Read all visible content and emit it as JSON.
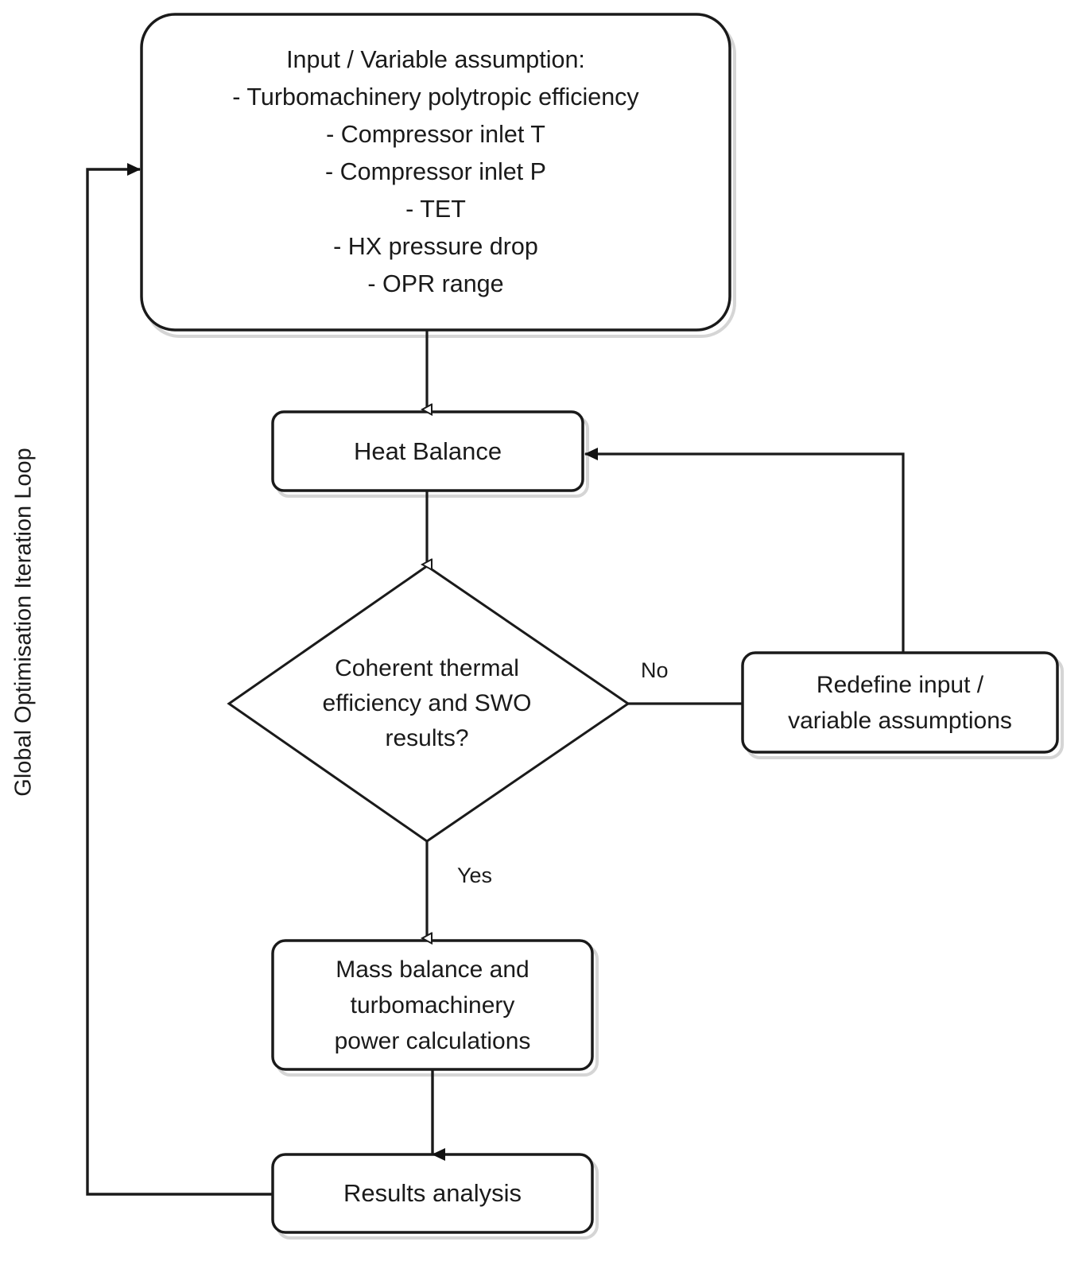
{
  "diagram": {
    "title_caption": "Global Optimisation Iteration Loop",
    "colors": {
      "stroke": "#1a1a1a",
      "fill": "#ffffff",
      "text": "#1a1a1a",
      "shadow": "#9a9a9a"
    },
    "nodes": {
      "input_assumptions": {
        "shape": "rounded-rectangle",
        "lines": [
          "Input / Variable assumption:",
          "- Turbomachinery polytropic efficiency",
          "- Compressor inlet T",
          "- Compressor inlet P",
          "- TET",
          "- HX pressure drop",
          "- OPR range"
        ]
      },
      "heat_balance": {
        "shape": "rounded-rectangle",
        "lines": [
          "Heat Balance"
        ]
      },
      "decision": {
        "shape": "diamond",
        "lines": [
          "Coherent thermal",
          "efficiency and SWO",
          "results?"
        ]
      },
      "redefine": {
        "shape": "rounded-rectangle",
        "lines": [
          "Redefine input /",
          "variable assumptions"
        ]
      },
      "mass_balance": {
        "shape": "rounded-rectangle",
        "lines": [
          "Mass balance and",
          "turbomachinery",
          "power calculations"
        ]
      },
      "results_analysis": {
        "shape": "rounded-rectangle",
        "lines": [
          "Results analysis"
        ]
      }
    },
    "edge_labels": {
      "no": "No",
      "yes": "Yes"
    }
  }
}
